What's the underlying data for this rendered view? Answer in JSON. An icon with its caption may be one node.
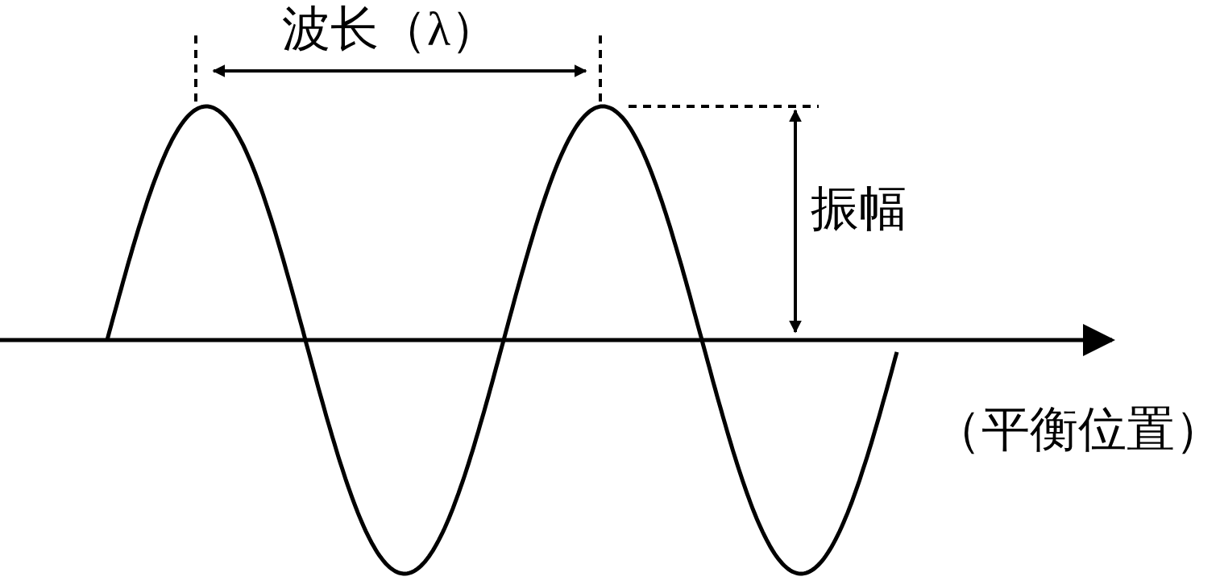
{
  "diagram": {
    "labels": [
      "波长（λ）",
      "振幅",
      "（平衡位置）"
    ]
  }
}
